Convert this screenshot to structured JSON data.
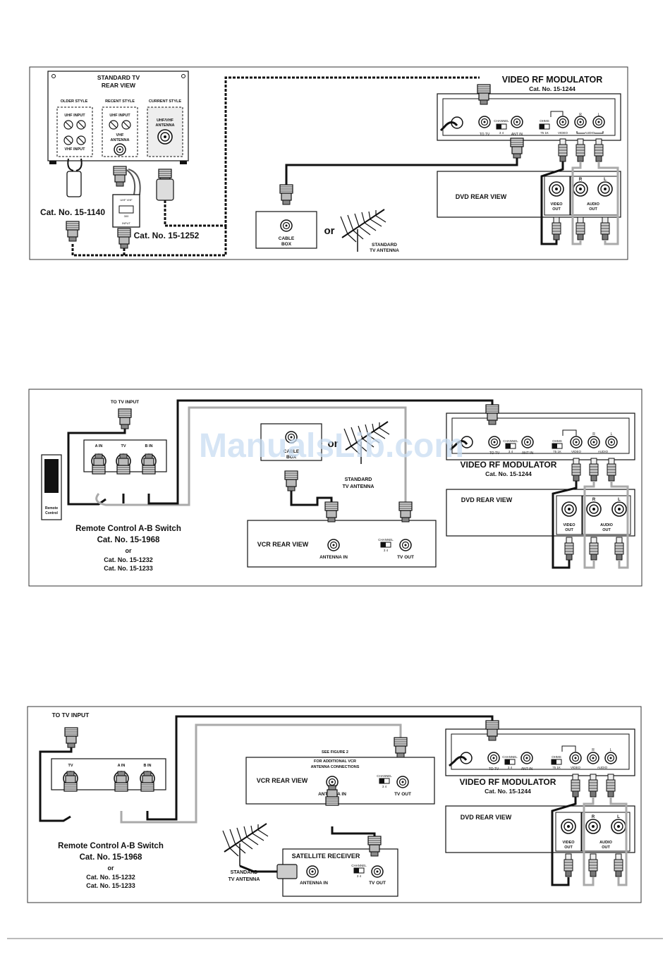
{
  "fig1": {
    "tv_title": "STANDARD TV",
    "tv_subtitle": "REAR VIEW",
    "older_style": "OLDER STYLE",
    "recent_style": "RECENT STYLE",
    "current_style": "CURRENT STYLE",
    "uhf_input": "UHF INPUT",
    "vhf_input": "VHF INPUT",
    "vhf_antenna": "VHF",
    "vhf_antenna2": "ANTENNA",
    "uhfvhf_1": "UHF/VHF",
    "uhfvhf_2": "ANTENNA",
    "cat_1140": "Cat. No. 15-1140",
    "cat_1252": "Cat. No. 15-1252",
    "balun_top": "UHF  VHF",
    "balun_mid": "300",
    "balun_input": "INPUT",
    "modulator_title": "VIDEO RF MODULATOR",
    "modulator_cat": "Cat. No. 15-1244",
    "to_tv": "TO TV",
    "channel": "CHANNEL",
    "ch34": "3   4",
    "ant_in": "ANT IN",
    "ohms": "OHMS",
    "ohms_vals": "75   1K",
    "video": "VIDEO",
    "r": "R",
    "l": "L",
    "audio": "AUDIO",
    "dvd_rear": "DVD REAR VIEW",
    "video_out_1": "VIDEO",
    "video_out_2": "OUT",
    "audio_out_1": "AUDIO",
    "audio_out_2": "OUT",
    "cable_box_1": "CABLE",
    "cable_box_2": "BOX",
    "or": "or",
    "std_ant_1": "STANDARD",
    "std_ant_2": "TV ANTENNA"
  },
  "fig2": {
    "to_tv_input": "TO TV INPUT",
    "a_in": "A IN",
    "tv": "TV",
    "b_in": "B IN",
    "remote_1": "Remote",
    "remote_2": "Control",
    "switch_title": "Remote Control A-B Switch",
    "switch_cat": "Cat. No. 15-1968",
    "or": "or",
    "cat_alt1": "Cat. No. 15-1232",
    "cat_alt2": "Cat. No. 15-1233",
    "cable_box_1": "CABLE",
    "cable_box_2": "BOX",
    "std_ant_1": "STANDARD",
    "std_ant_2": "TV ANTENNA",
    "vcr_rear": "VCR REAR VIEW",
    "antenna_in": "ANTENNA IN",
    "channel": "CHANNEL",
    "ch34": "3   4",
    "tv_out": "TV OUT",
    "modulator_title": "VIDEO RF MODULATOR",
    "modulator_cat": "Cat. No. 15-1244",
    "dvd_rear": "DVD REAR VIEW",
    "watermark": "ManualsLib.com"
  },
  "fig3": {
    "to_tv_input": "TO TV INPUT",
    "tv": "TV",
    "a_in": "A IN",
    "b_in": "B IN",
    "switch_title": "Remote Control A-B Switch",
    "switch_cat": "Cat. No. 15-1968",
    "or": "or",
    "cat_alt1": "Cat. No. 15-1232",
    "cat_alt2": "Cat. No. 15-1233",
    "see_fig_1": "SEE FIGURE 2",
    "see_fig_2": "FOR ADDITIONAL VCR",
    "see_fig_3": "ANTENNA CONNECTIONS",
    "vcr_rear": "VCR REAR VIEW",
    "antenna_in": "ANTENNA IN",
    "tv_out": "TV OUT",
    "sat_receiver": "SATELLITE RECEIVER",
    "std_ant_1": "STANDARD",
    "std_ant_2": "TV ANTENNA",
    "modulator_title": "VIDEO RF MODULATOR",
    "modulator_cat": "Cat. No. 15-1244",
    "dvd_rear": "DVD REAR VIEW"
  },
  "common": {
    "channel": "CHANNEL",
    "ch34": "3   4",
    "to_tv": "TO TV",
    "ant_in": "ANT IN",
    "ohms": "OHMS",
    "ohms_vals": "75   1K",
    "video": "VIDEO",
    "r": "R",
    "l": "L",
    "audio": "AUDIO",
    "video_out_1": "VIDEO",
    "video_out_2": "OUT",
    "audio_out_1": "AUDIO",
    "audio_out_2": "OUT"
  }
}
